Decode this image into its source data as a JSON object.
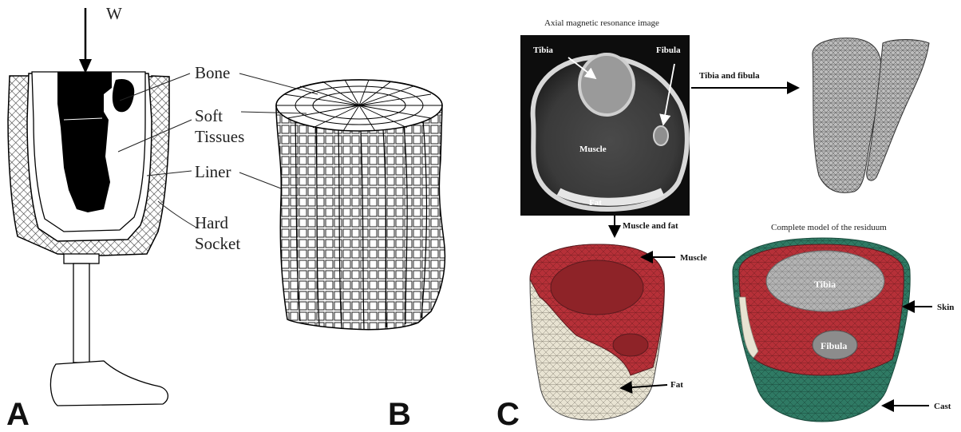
{
  "panels": {
    "A": {
      "letter": "A",
      "load_label": "W",
      "labels": {
        "bone": "Bone",
        "soft": "Soft",
        "tissues": "Tissues",
        "liner": "Liner",
        "hard": "Hard",
        "socket": "Socket"
      }
    },
    "B": {
      "letter": "B"
    },
    "C": {
      "letter": "C",
      "mri_title": "Axial magnetic resonance image",
      "mri_labels": {
        "tibia": "Tibia",
        "fibula": "Fibula",
        "muscle": "Muscle",
        "fat": "Fat"
      },
      "arrow_tibia_fibula": "Tibia and fibula",
      "arrow_muscle_fat": "Muscle and fat",
      "muscle_model_labels": {
        "muscle": "Muscle",
        "fat": "Fat"
      },
      "complete_title": "Complete model of the residuum",
      "complete_labels": {
        "tibia": "Tibia",
        "fibula": "Fibula",
        "skin": "Skin",
        "cast": "Cast"
      }
    }
  },
  "colors": {
    "muscle_red": "#b63038",
    "fat_cream": "#e8e3d2",
    "skin_green": "#2f7a64",
    "bone_gray": "#a9a9a9",
    "socket_hatch": "#333333"
  }
}
